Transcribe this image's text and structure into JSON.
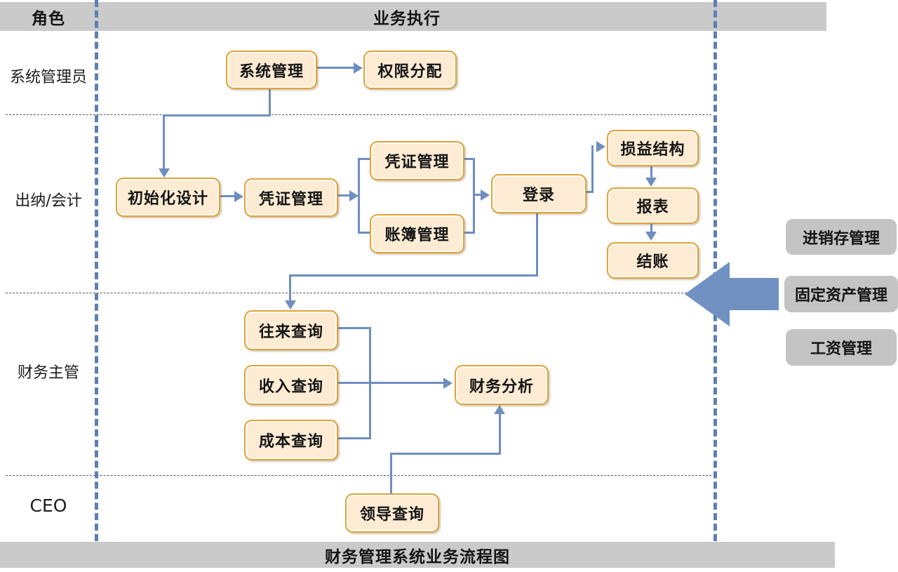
{
  "header": {
    "role_column": "角色",
    "execution_column": "业务执行"
  },
  "footer": {
    "title": "财务管理系统业务流程图"
  },
  "roles": [
    {
      "label": "系统管理员"
    },
    {
      "label": "出纳/会计"
    },
    {
      "label": "财务主管"
    },
    {
      "label": "CEO"
    }
  ],
  "nodes": [
    {
      "id": "system-management",
      "label": "系统管理"
    },
    {
      "id": "permission-assignment",
      "label": "权限分配"
    },
    {
      "id": "initialization-design",
      "label": "初始化设计"
    },
    {
      "id": "voucher-management",
      "label": "凭证管理"
    },
    {
      "id": "voucher-management-2",
      "label": "凭证管理"
    },
    {
      "id": "ledger-management",
      "label": "账簿管理"
    },
    {
      "id": "login",
      "label": "登录"
    },
    {
      "id": "profit-loss-structure",
      "label": "损益结构"
    },
    {
      "id": "report",
      "label": "报表"
    },
    {
      "id": "closing",
      "label": "结账"
    },
    {
      "id": "current-account-query",
      "label": "往来查询"
    },
    {
      "id": "income-query",
      "label": "收入查询"
    },
    {
      "id": "cost-query",
      "label": "成本查询"
    },
    {
      "id": "financial-analysis",
      "label": "财务分析"
    },
    {
      "id": "leader-query",
      "label": "领导查询"
    }
  ],
  "external_modules": [
    {
      "label": "进销存管理"
    },
    {
      "label": "固定资产管理"
    },
    {
      "label": "工资管理"
    }
  ],
  "colors": {
    "node_fill": "#fdebd3",
    "node_border": "#e1a23b",
    "connector": "#6e8ebf",
    "lane_dash": "#5c80b4",
    "header_bar": "#cacaca",
    "side_label_fill": "#c4c4c4",
    "big_arrow": "#7191c2",
    "text": "#141414"
  }
}
